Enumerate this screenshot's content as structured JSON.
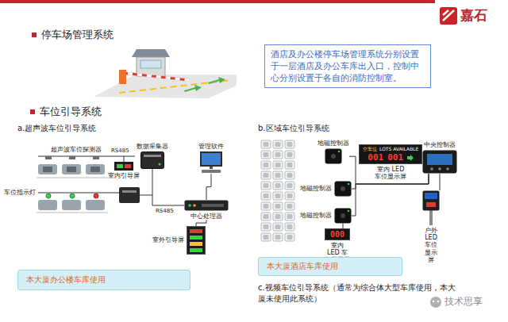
{
  "diagram": {
    "nodes": [
      {
        "text": [
          "酒店及办公楼停车场管理系统分别设置于一层酒店及办公车库出入口，控制中心分别设置于各自的消防控制室。"
        ]
      },
      {
        "text": [
          "数据采集器"
        ]
      },
      {
        "text": [
          "管理软件"
        ]
      },
      {
        "text": [
          "中心处理器"
        ]
      },
      {
        "text": [
          "室外引导屏"
        ]
      },
      {
        "text": [
          "地磁控制器"
        ]
      },
      {
        "text": [
          "地磁控制器"
        ]
      },
      {
        "text": [
          "地磁控制器"
        ]
      },
      {
        "text": [
          "中央控制器"
        ]
      },
      {
        "text": [
          "空车位",
          "LOTS AVAILABLE",
          "001",
          "001",
          "室内 LED 车位显示屏"
        ]
      },
      {
        "text": [
          "000",
          "室内 LED 车位显示屏"
        ]
      },
      {
        "text": [
          "户外 LED 车位显示屏"
        ]
      },
      {
        "text": [
          "本大厦办公楼车库使用"
        ]
      },
      {
        "text": [
          "本大厦酒店车库使用"
        ]
      }
    ],
    "edges": [
      {
        "from": 1,
        "to": 3,
        "arrow": "none"
      },
      {
        "from": 3,
        "to": 2,
        "arrow": "none"
      },
      {
        "from": 3,
        "to": 4,
        "arrow": "none"
      },
      {
        "from": 5,
        "to": 8,
        "arrow": "none"
      },
      {
        "from": 6,
        "to": 8,
        "arrow": "none"
      },
      {
        "from": 7,
        "to": 8,
        "arrow": "none"
      },
      {
        "from": 8,
        "to": 9,
        "arrow": "none"
      },
      {
        "from": 8,
        "to": 11,
        "arrow": "none"
      },
      {
        "from": 7,
        "to": 10,
        "arrow": "none"
      }
    ],
    "labels": [
      "停车场管理系统",
      "车位引导系统",
      "a.超声波车位引导系统",
      "超声波车位探测器",
      "RS485",
      "室内引导屏",
      "车位指示灯",
      "RS485",
      "b.区域车位引导系统",
      "c.视频车位引导系统（通常为综合体大型车库使用，本大厦未使用此系统）",
      "嘉石",
      "技术思享"
    ]
  }
}
